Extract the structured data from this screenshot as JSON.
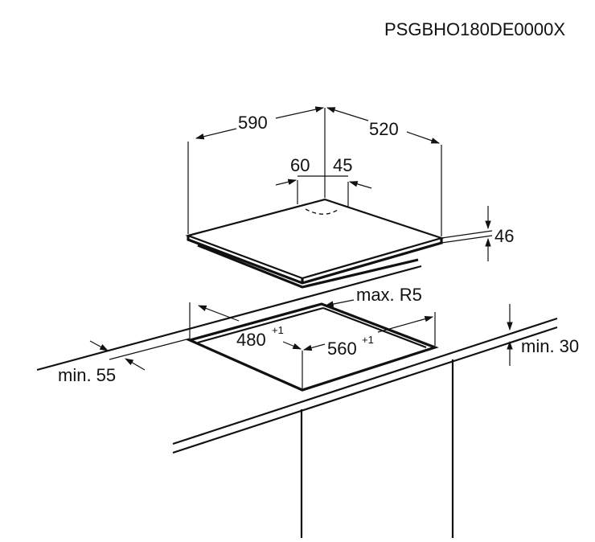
{
  "model_code": "PSGBHO180DE0000X",
  "labels": {
    "width": "590",
    "depth": "520",
    "offset_left": "60",
    "offset_right": "45",
    "height": "46",
    "radius": "max. R5",
    "cutout_depth": "480",
    "cutout_depth_tol": "+1",
    "cutout_width": "560",
    "cutout_width_tol": "+1",
    "min_front": "min. 55",
    "min_below": "min. 30"
  },
  "colors": {
    "line": "#111111",
    "background": "#ffffff"
  }
}
